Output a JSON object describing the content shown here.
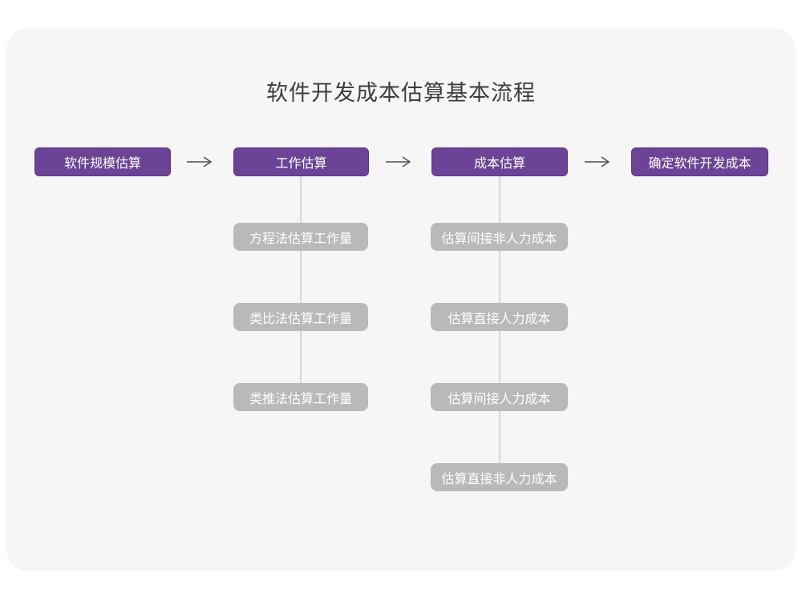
{
  "title": "软件开发成本估算基本流程",
  "colors": {
    "page_background": "#ffffff",
    "card_background": "#f6f6f7",
    "primary_node_fill": "#6b4397",
    "primary_node_border": "#5a3585",
    "secondary_node_fill": "#b9b9b9",
    "node_text": "#ffffff",
    "title_text": "#3d3d3d",
    "arrow_stroke": "#4d4d4d",
    "connector_line": "#d6d6d6"
  },
  "flow": {
    "main_nodes": [
      {
        "label": "软件规模估算"
      },
      {
        "label": "工作估算"
      },
      {
        "label": "成本估算"
      },
      {
        "label": "确定软件开发成本"
      }
    ],
    "work_estimation_methods": [
      {
        "label": "方程法估算工作量"
      },
      {
        "label": "类比法估算工作量"
      },
      {
        "label": "类推法估算工作量"
      }
    ],
    "cost_estimation_items": [
      {
        "label": "估算间接非人力成本"
      },
      {
        "label": "估算直接人力成本"
      },
      {
        "label": "估算间接人力成本"
      },
      {
        "label": "估算直接非人力成本"
      }
    ]
  }
}
